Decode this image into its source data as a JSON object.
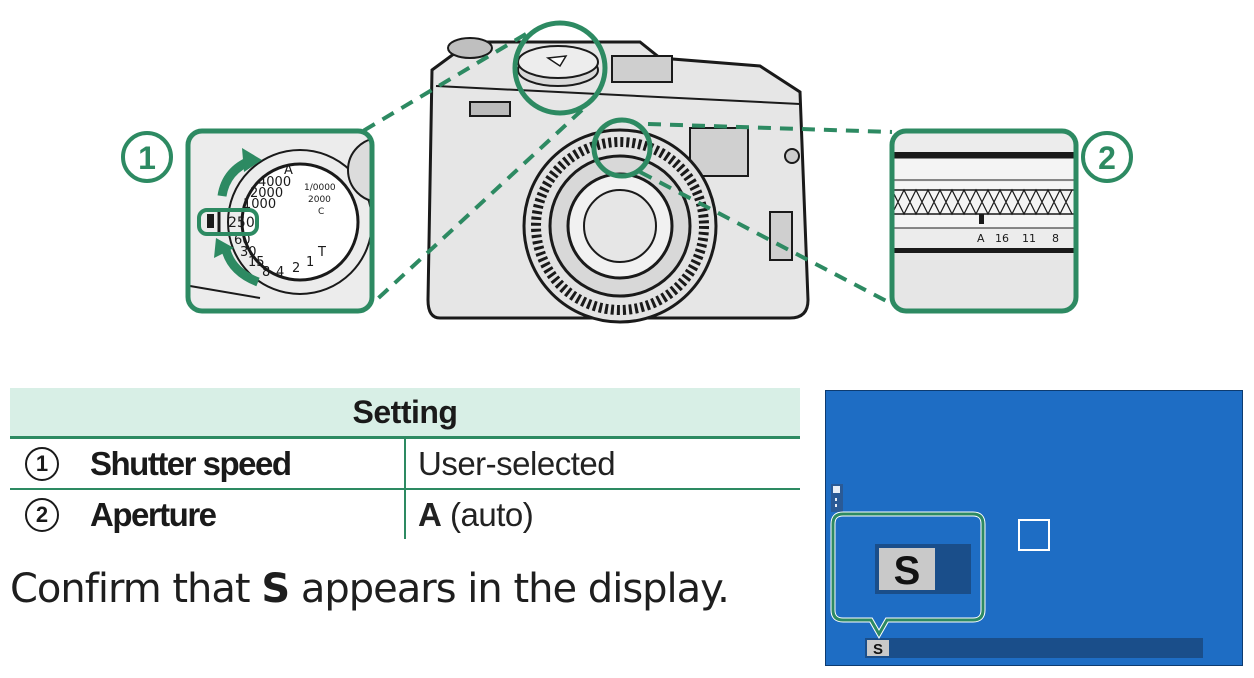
{
  "callouts": {
    "shutter_num": "1",
    "aperture_num": "2"
  },
  "shutter_dial": {
    "speeds": [
      "A",
      "4000",
      "2000",
      "1000",
      "250",
      "60",
      "30",
      "15",
      "8",
      "4",
      "2",
      "1",
      "T"
    ],
    "inner_labels": [
      "1/0000",
      "2000",
      "C"
    ]
  },
  "aperture_ring": {
    "marks": [
      "A",
      "16",
      "11",
      "8"
    ]
  },
  "table": {
    "header": "Setting",
    "rows": [
      {
        "num": "1",
        "label": "Shutter speed",
        "value": "User-selected"
      },
      {
        "num": "2",
        "label": "Aperture",
        "value_bold": "A",
        "value_rest": " (auto)"
      }
    ]
  },
  "confirm": {
    "before": "Confirm that ",
    "mode": "S",
    "after": " appears in the display."
  },
  "display": {
    "mode_big": "S",
    "mode_small": "S"
  },
  "colors": {
    "accent_green": "#2d8a62",
    "screen_blue": "#1e6dc4"
  }
}
